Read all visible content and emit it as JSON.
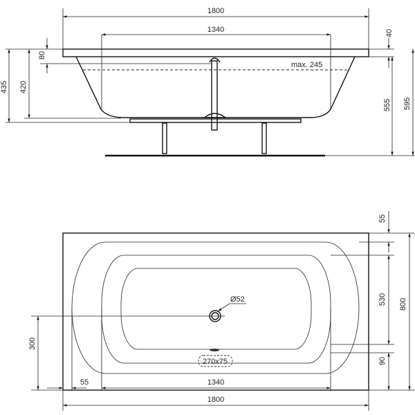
{
  "side_view": {
    "overall_length": "1800",
    "inner_length": "1340",
    "rim_thickness": "40",
    "overflow_depth": "80",
    "height_435": "435",
    "depth_420": "420",
    "height_555": "555",
    "height_595": "595",
    "max_water_level": "max. 245"
  },
  "top_view": {
    "rim_55_top": "55",
    "inner_width": "530",
    "bottom_90": "90",
    "overall_width": "800",
    "drain_offset": "300",
    "drain_diameter": "Ø52",
    "overflow_size": "270x75",
    "rim_55_left": "55",
    "inner_length": "1340",
    "overall_length": "1800"
  },
  "colors": {
    "line": "#111111",
    "background": "#ffffff"
  }
}
